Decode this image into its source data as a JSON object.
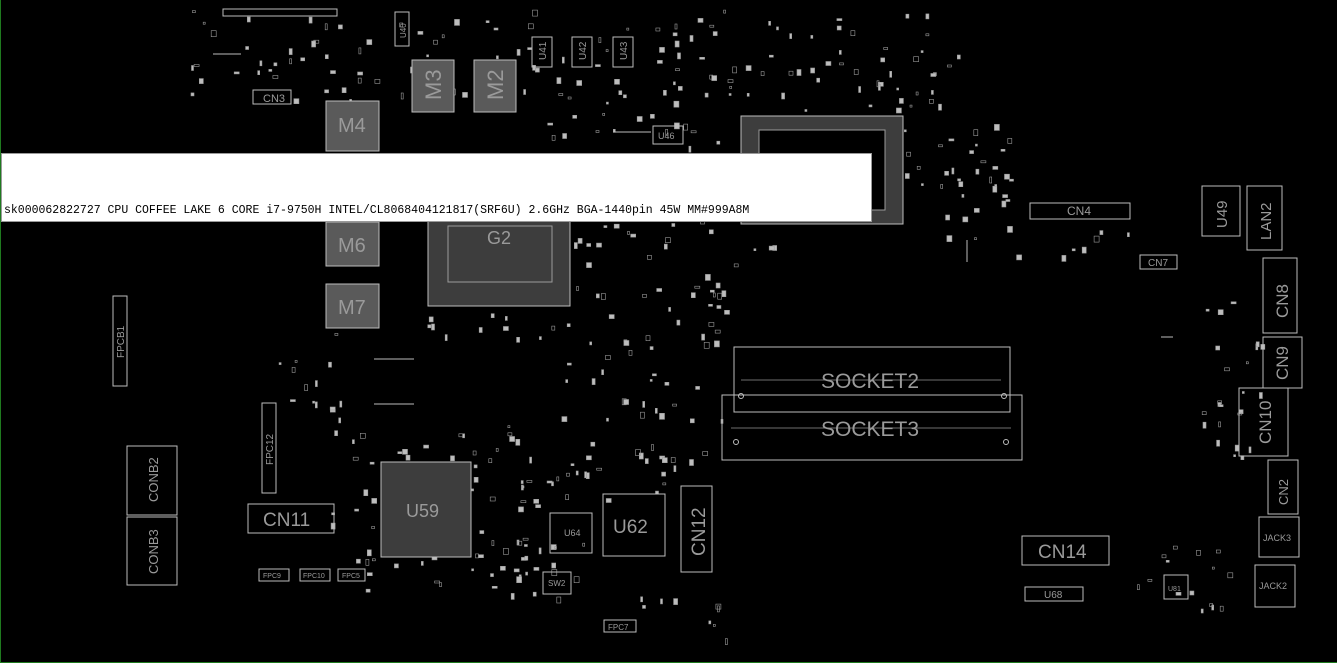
{
  "tooltip": {
    "text": "sk000062822727 CPU COFFEE LAKE 6 CORE i7-9750H INTEL/CL8068404121817(SRF6U) 2.6GHz BGA-1440pin 45W MM#999A8M"
  },
  "components": {
    "CN3": "CN3",
    "M3": "M3",
    "M2": "M2",
    "M4": "M4",
    "M6": "M6",
    "M7": "M7",
    "G2": "G2",
    "CN4": "CN4",
    "CN7": "CN7",
    "U49": "U49",
    "LAN2": "LAN2",
    "CN8": "CN8",
    "CN9": "CN9",
    "CN10": "CN10",
    "CN2": "CN2",
    "JACK3": "JACK3",
    "JACK2": "JACK2",
    "SOCKET2": "SOCKET2",
    "SOCKET3": "SOCKET3",
    "FPCB1": "FPCB1",
    "FPC12": "FPC12",
    "CONB2": "CONB2",
    "CONB3": "CONB3",
    "CN11": "CN11",
    "U59": "U59",
    "U62": "U62",
    "CN12": "CN12",
    "CN14": "CN14",
    "U68": "U68",
    "FPC9": "FPC9",
    "FPC10": "FPC10",
    "FPC5": "FPC5",
    "FPC7": "FPC7",
    "SW2": "SW2",
    "U64": "U64",
    "U40": "U40",
    "U41": "U41",
    "U42": "U42",
    "U43": "U43",
    "U46": "U46",
    "U81": "U81"
  }
}
